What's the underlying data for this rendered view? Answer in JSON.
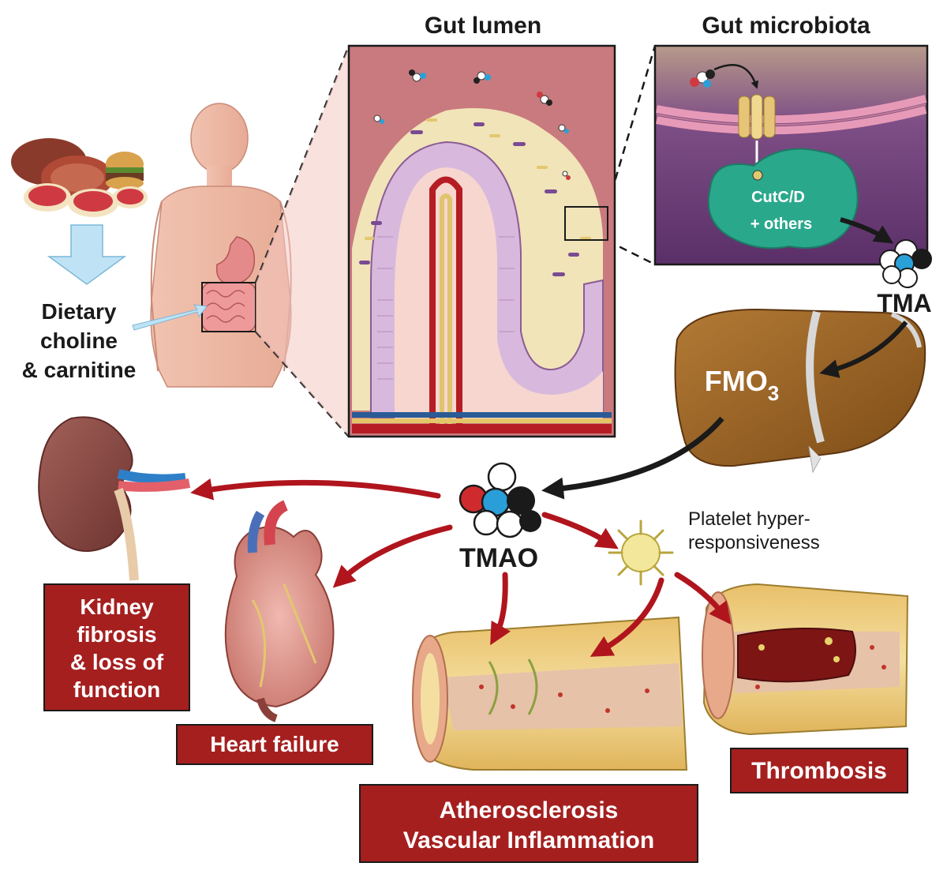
{
  "headers": {
    "gut_lumen": "Gut lumen",
    "gut_microbiota": "Gut microbiota"
  },
  "diet": {
    "line1": "Dietary",
    "line2": "choline",
    "line3": "& carnitine"
  },
  "enzyme": {
    "name_line1": "CutC/D",
    "name_line2": "+ others"
  },
  "liver": {
    "enzyme_base": "FMO",
    "enzyme_sub": "3"
  },
  "metabolites": {
    "tma": "TMA",
    "tmao": "TMAO"
  },
  "platelet": {
    "line1": "Platelet hyper-",
    "line2": "responsiveness"
  },
  "outcomes": {
    "kidney": [
      "Kidney",
      "fibrosis",
      "& loss of",
      "function"
    ],
    "heart": "Heart failure",
    "athero": [
      "Atherosclerosis",
      "Vascular Inflammation"
    ],
    "thrombosis": "Thrombosis"
  },
  "colors": {
    "outcome_box": "#a51f1f",
    "arrow_red": "#b0151d",
    "arrow_black": "#1a1a1a",
    "lumen_bg": "#c97a7e",
    "microbiota_bg": "#6b3f7a",
    "liver": "#9a6222",
    "enzyme": "#2aa88c",
    "diet_arrow": "#bfe3f5"
  }
}
